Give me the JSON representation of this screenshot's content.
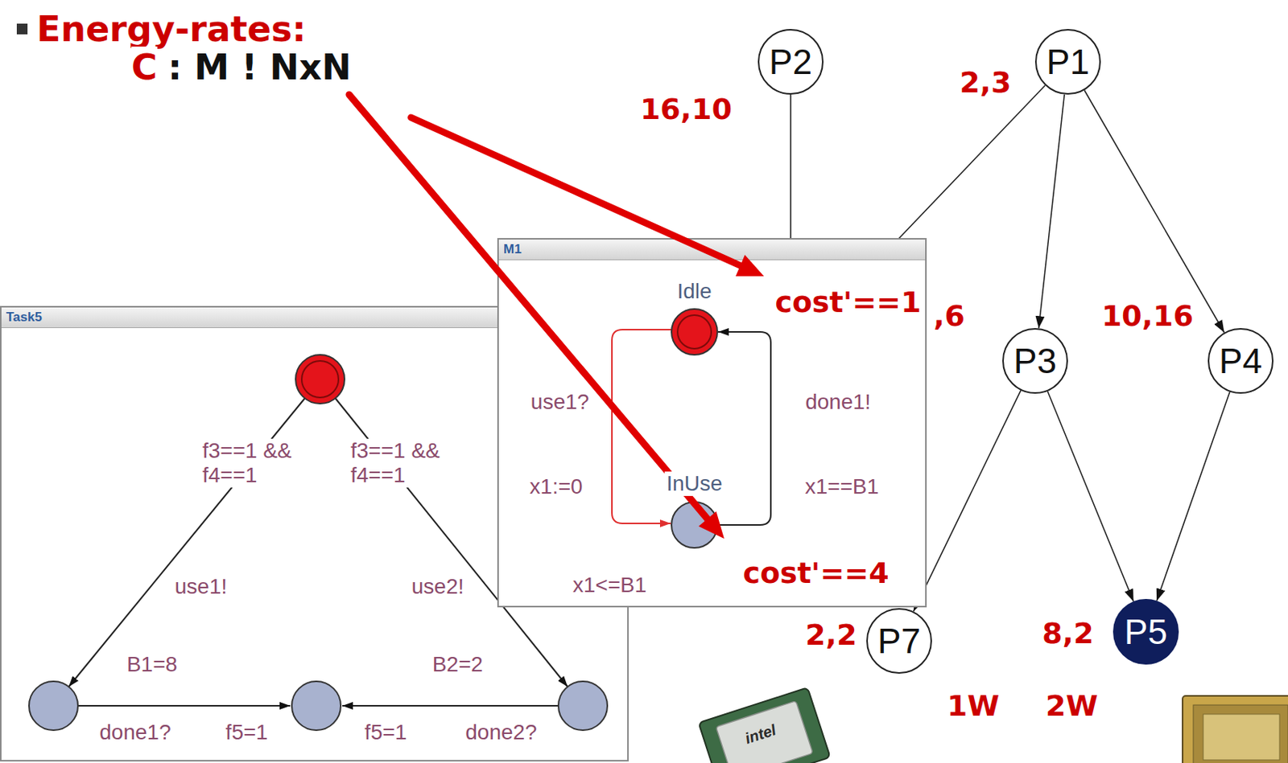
{
  "diagram": {
    "nodes": [
      {
        "text": [
          "Task5"
        ]
      },
      {
        "text": [
          "M1"
        ]
      },
      {
        "text": [
          "P2"
        ]
      },
      {
        "text": [
          "P1"
        ]
      },
      {
        "text": [
          "P3"
        ]
      },
      {
        "text": [
          "P4"
        ]
      },
      {
        "text": [
          "P7"
        ]
      },
      {
        "text": [
          "P5"
        ]
      }
    ],
    "edges": [
      {
        "from": 3,
        "to": 4,
        "arrow": "to"
      },
      {
        "from": 3,
        "to": 5,
        "arrow": "to"
      },
      {
        "from": 4,
        "to": 6,
        "arrow": "to"
      },
      {
        "from": 4,
        "to": 7,
        "arrow": "to"
      },
      {
        "from": 5,
        "to": 7,
        "arrow": "to"
      }
    ],
    "labels": [
      "Energy-rates:",
      "C",
      ": M ! NxN",
      "16,10",
      "2,3",
      ",6",
      "10,16",
      "2,2",
      "8,2",
      "cost'==1",
      "Idle",
      "use1?",
      "done1!",
      "x1:=0",
      "InUse",
      "x1==B1",
      "x1<=B1",
      "cost'==4",
      "f3==1 && f4==1",
      "f3==1 && f4==1",
      "use1!",
      "use2!",
      "B1=8",
      "B2=2",
      "done1?",
      "f5=1",
      "f5=1",
      "done2?",
      "1W",
      "2W",
      "intel"
    ]
  }
}
